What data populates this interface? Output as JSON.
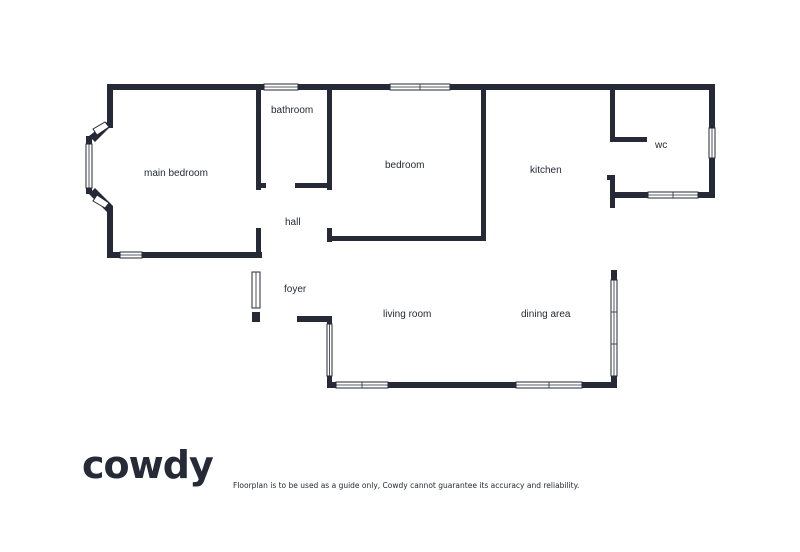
{
  "rooms": {
    "main_bedroom": "main bedroom",
    "bathroom": "bathroom",
    "bedroom": "bedroom",
    "kitchen": "kitchen",
    "wc": "wc",
    "hall": "hall",
    "foyer": "foyer",
    "living_room": "living room",
    "dining_area": "dining area"
  },
  "brand": {
    "logo": "cowdy",
    "disclaimer": "Floorplan is to be used as a guide only, Cowdy cannot guarantee its accuracy and reliability."
  },
  "colors": {
    "wall": "#262a36",
    "background": "#ffffff"
  }
}
